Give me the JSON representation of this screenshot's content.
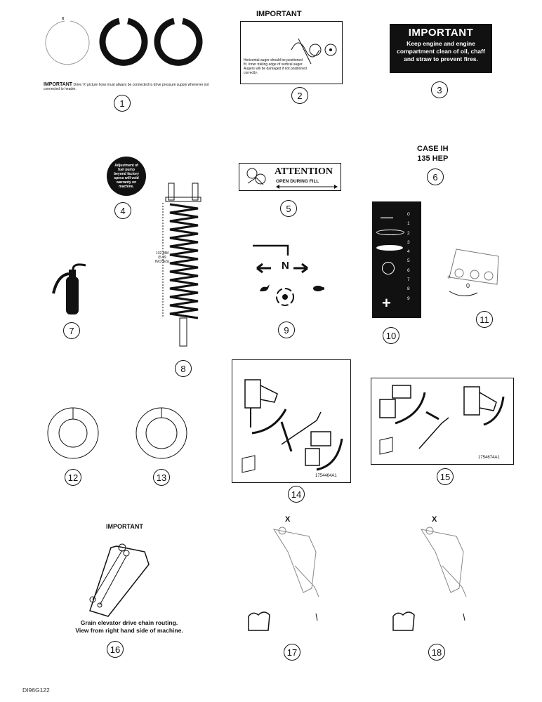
{
  "decals": {
    "d1": {
      "label_important": "IMPORTANT",
      "text": "Drive 'X' picture hose must always be connected to drive pressure supply whenever not connected to header.",
      "mark_x": "X"
    },
    "d2": {
      "title": "IMPORTANT",
      "text": "Horizontal auger should be positioned fit. Inner trailing edge of vertical auger. Augers will be damaged if not positioned correctly."
    },
    "d3": {
      "title": "IMPORTANT",
      "text": "Keep engine and engine compartment clean of oil, chaff and straw to prevent fires."
    },
    "d4": {
      "text": "Adjustment of fuel pump beyond factory specs will void warranty on machine."
    },
    "d5": {
      "title": "ATTENTION",
      "subtitle": "OPEN DURING FILL"
    },
    "d6": {
      "line1": "CASE IH",
      "line2": "135 HEP"
    },
    "d8": {
      "dimension": "132 MM (5.19 INCHES)"
    },
    "d9": {
      "neutral": "N"
    },
    "d10": {
      "ticks": [
        "0",
        "1",
        "2",
        "3",
        "4",
        "5",
        "6",
        "7",
        "8",
        "9"
      ],
      "minus": "—",
      "plus": "+"
    },
    "d11": {
      "zero": "0",
      "plus": "+"
    },
    "d14": {
      "code": "1754464A1"
    },
    "d15": {
      "code": "1754674A1"
    },
    "d16": {
      "title": "IMPORTANT",
      "caption1": "Grain elevator drive chain routing.",
      "caption2": "View from right hand side of machine."
    },
    "d17": {
      "mark_x": "X"
    },
    "d18": {
      "mark_x": "X"
    }
  },
  "callouts": [
    "1",
    "2",
    "3",
    "4",
    "5",
    "6",
    "7",
    "8",
    "9",
    "10",
    "11",
    "12",
    "13",
    "14",
    "15",
    "16",
    "17",
    "18"
  ],
  "footer": {
    "figure_code": "DI96G122"
  },
  "colors": {
    "ink": "#111111",
    "paper": "#ffffff"
  }
}
